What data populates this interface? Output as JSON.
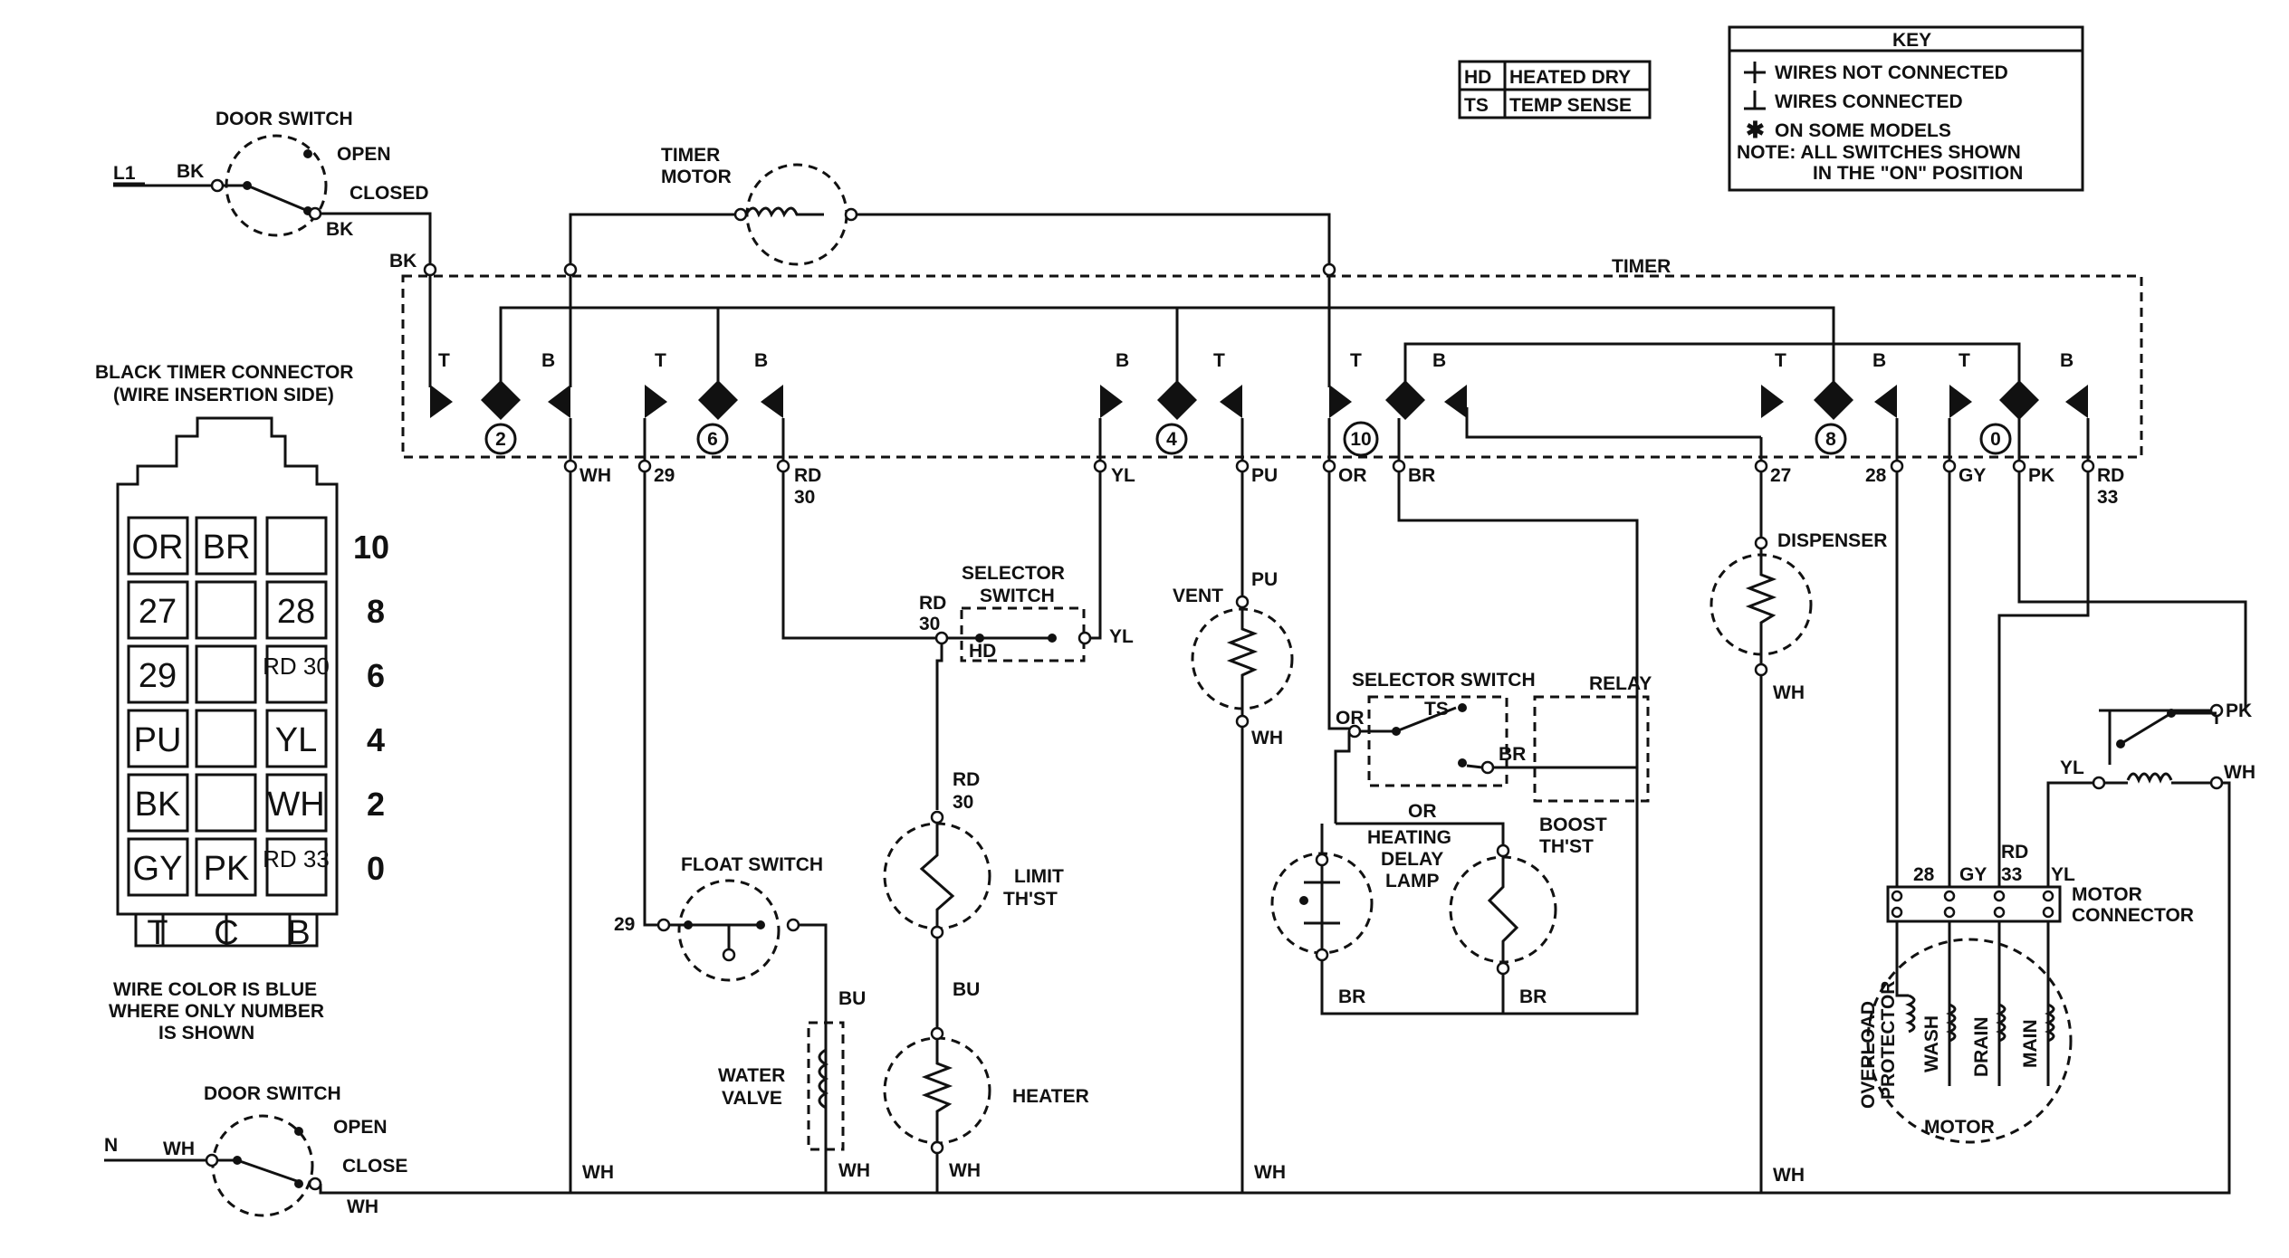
{
  "labels": {
    "l1": "L1",
    "n": "N",
    "door_switch_top": "DOOR SWITCH",
    "door_switch_bottom": "DOOR SWITCH",
    "open": "OPEN",
    "closed": "CLOSED",
    "close": "CLOSE",
    "timer_motor_1": "TIMER",
    "timer_motor_2": "MOTOR",
    "timer": "TIMER",
    "bk": "BK",
    "wh": "WH",
    "black_timer_connector_1": "BLACK TIMER CONNECTOR",
    "black_timer_connector_2": "(WIRE INSERTION SIDE)",
    "wire_color_note_1": "WIRE COLOR IS BLUE",
    "wire_color_note_2": "WHERE ONLY NUMBER",
    "wire_color_note_3": "IS SHOWN",
    "selector_switch_1": "SELECTOR",
    "selector_switch_2": "SWITCH",
    "selector_switch_full": "SELECTOR SWITCH",
    "hd": "HD",
    "ts": "TS",
    "float_switch": "FLOAT SWITCH",
    "water_valve_1": "WATER",
    "water_valve_2": "VALVE",
    "limit_1": "LIMIT",
    "limit_2": "TH'ST",
    "heater": "HEATER",
    "vent": "VENT",
    "heating_1": "HEATING",
    "heating_2": "DELAY",
    "heating_3": "LAMP",
    "boost_1": "BOOST",
    "boost_2": "TH'ST",
    "dispenser": "DISPENSER",
    "relay": "RELAY",
    "motor_connector_1": "MOTOR",
    "motor_connector_2": "CONNECTOR",
    "overload_1": "OVERLOAD",
    "overload_2": "PROTECTOR",
    "wash": "WASH",
    "drain": "DRAIN",
    "main": "MAIN",
    "motor": "MOTOR"
  },
  "legend_hd_ts": [
    {
      "code": "HD",
      "meaning": "HEATED DRY"
    },
    {
      "code": "TS",
      "meaning": "TEMP SENSE"
    }
  ],
  "key": {
    "title": "KEY",
    "rows": [
      "WIRES NOT CONNECTED",
      "WIRES CONNECTED",
      "ON SOME MODELS"
    ],
    "note_1": "NOTE: ALL SWITCHES SHOWN",
    "note_2": "IN THE \"ON\" POSITION"
  },
  "timer_terminals": {
    "tcb": [
      "T",
      "B",
      "T",
      "B",
      "B",
      "T",
      "T",
      "B",
      "T",
      "B",
      "T",
      "B"
    ],
    "circles": [
      "2",
      "6",
      "4",
      "10",
      "8",
      "0"
    ],
    "wires": [
      "WH",
      "29",
      "RD",
      "30",
      "YL",
      "PU",
      "OR",
      "BR",
      "27",
      "28",
      "GY",
      "PK",
      "RD",
      "33"
    ]
  },
  "connector": {
    "rows": [
      {
        "cells": [
          "OR",
          "BR",
          ""
        ],
        "number": "10"
      },
      {
        "cells": [
          "27",
          "",
          "28"
        ],
        "number": "8"
      },
      {
        "cells": [
          "29",
          "",
          "RD 30"
        ],
        "number": "6"
      },
      {
        "cells": [
          "PU",
          "",
          "YL"
        ],
        "number": "4"
      },
      {
        "cells": [
          "BK",
          "",
          "WH"
        ],
        "number": "2"
      },
      {
        "cells": [
          "GY",
          "PK",
          "RD 33"
        ],
        "number": "0"
      }
    ],
    "columns": [
      "T",
      "C",
      "B"
    ]
  },
  "wire_labels": {
    "rd": "RD",
    "n30": "30",
    "n29": "29",
    "n33": "33",
    "n28": "28",
    "yl": "YL",
    "bu": "BU",
    "pu": "PU",
    "or": "OR",
    "br": "BR",
    "gy": "GY",
    "pk": "PK"
  }
}
